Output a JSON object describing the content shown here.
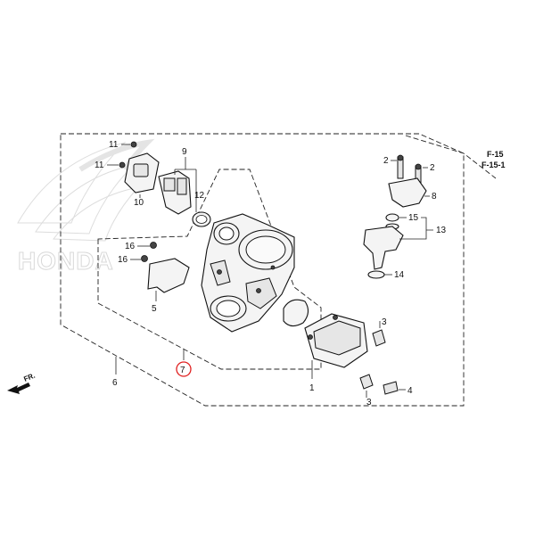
{
  "watermark": {
    "brand_text": "HONDA"
  },
  "direction": {
    "label": "FR."
  },
  "references": {
    "ref_1": "F-15",
    "ref_2": "F-15-1"
  },
  "callouts": {
    "n1": "1",
    "n2": "2",
    "n3a": "3",
    "n3b": "3",
    "n4": "4",
    "n5": "5",
    "n6": "6",
    "n7": "7",
    "n8": "8",
    "n9": "9",
    "n10": "10",
    "n11a": "11",
    "n11b": "11",
    "n12": "12",
    "n13": "13",
    "n14": "14",
    "n15": "15",
    "n16a": "16",
    "n16b": "16"
  },
  "colors": {
    "highlight_circle": "#e02020",
    "line": "#222222",
    "watermark": "#d8d8d8"
  }
}
